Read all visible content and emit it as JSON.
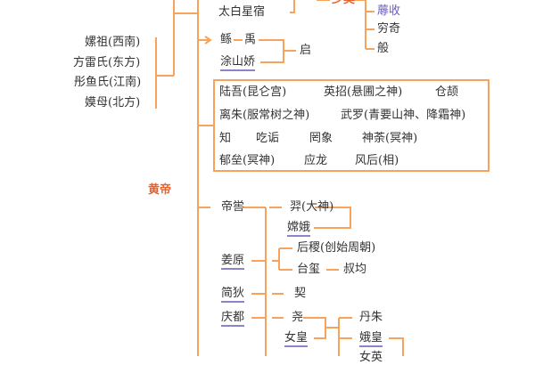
{
  "colors": {
    "line": "#f7a35c",
    "accent": "#e8602c",
    "underline": "#8a84c8"
  },
  "top": {
    "taibai": "太白星宿",
    "shaohao": "少昊",
    "rushou": "蓐收",
    "qiongqi": "穷奇",
    "ban": "般"
  },
  "wives": [
    "嫘祖(西南)",
    "方雷氏(东方)",
    "彤鱼氏(江南)",
    "嫫母(北方)"
  ],
  "gun": {
    "gun": "鲧",
    "yu": "禹",
    "tushan": "涂山娇",
    "qi": "启"
  },
  "box": [
    [
      "陆吾(昆仑宫)",
      "英招(悬圃之神)",
      "仓颉"
    ],
    [
      "离朱(服常树之神)",
      "武罗(青要山神、降霜神)"
    ],
    [
      "知",
      "吃诟",
      "罔象",
      "神荼(冥神)"
    ],
    [
      "郁垒(冥神)",
      "应龙",
      "风后(相)"
    ]
  ],
  "huangdi": "黄帝",
  "diku": {
    "diku": "帝喾",
    "yi": "羿(大神)",
    "change": "嫦娥",
    "jiangyuan": "姜原",
    "houji": "后稷(创始周朝)",
    "taixi": "台玺",
    "shujun": "叔均",
    "jiandi": "简狄",
    "xie": "契",
    "qingdu": "庆都",
    "yao": "尧",
    "nvhuang": "女皇",
    "danzhu": "丹朱",
    "ehuang": "娥皇",
    "nvying": "女英"
  }
}
